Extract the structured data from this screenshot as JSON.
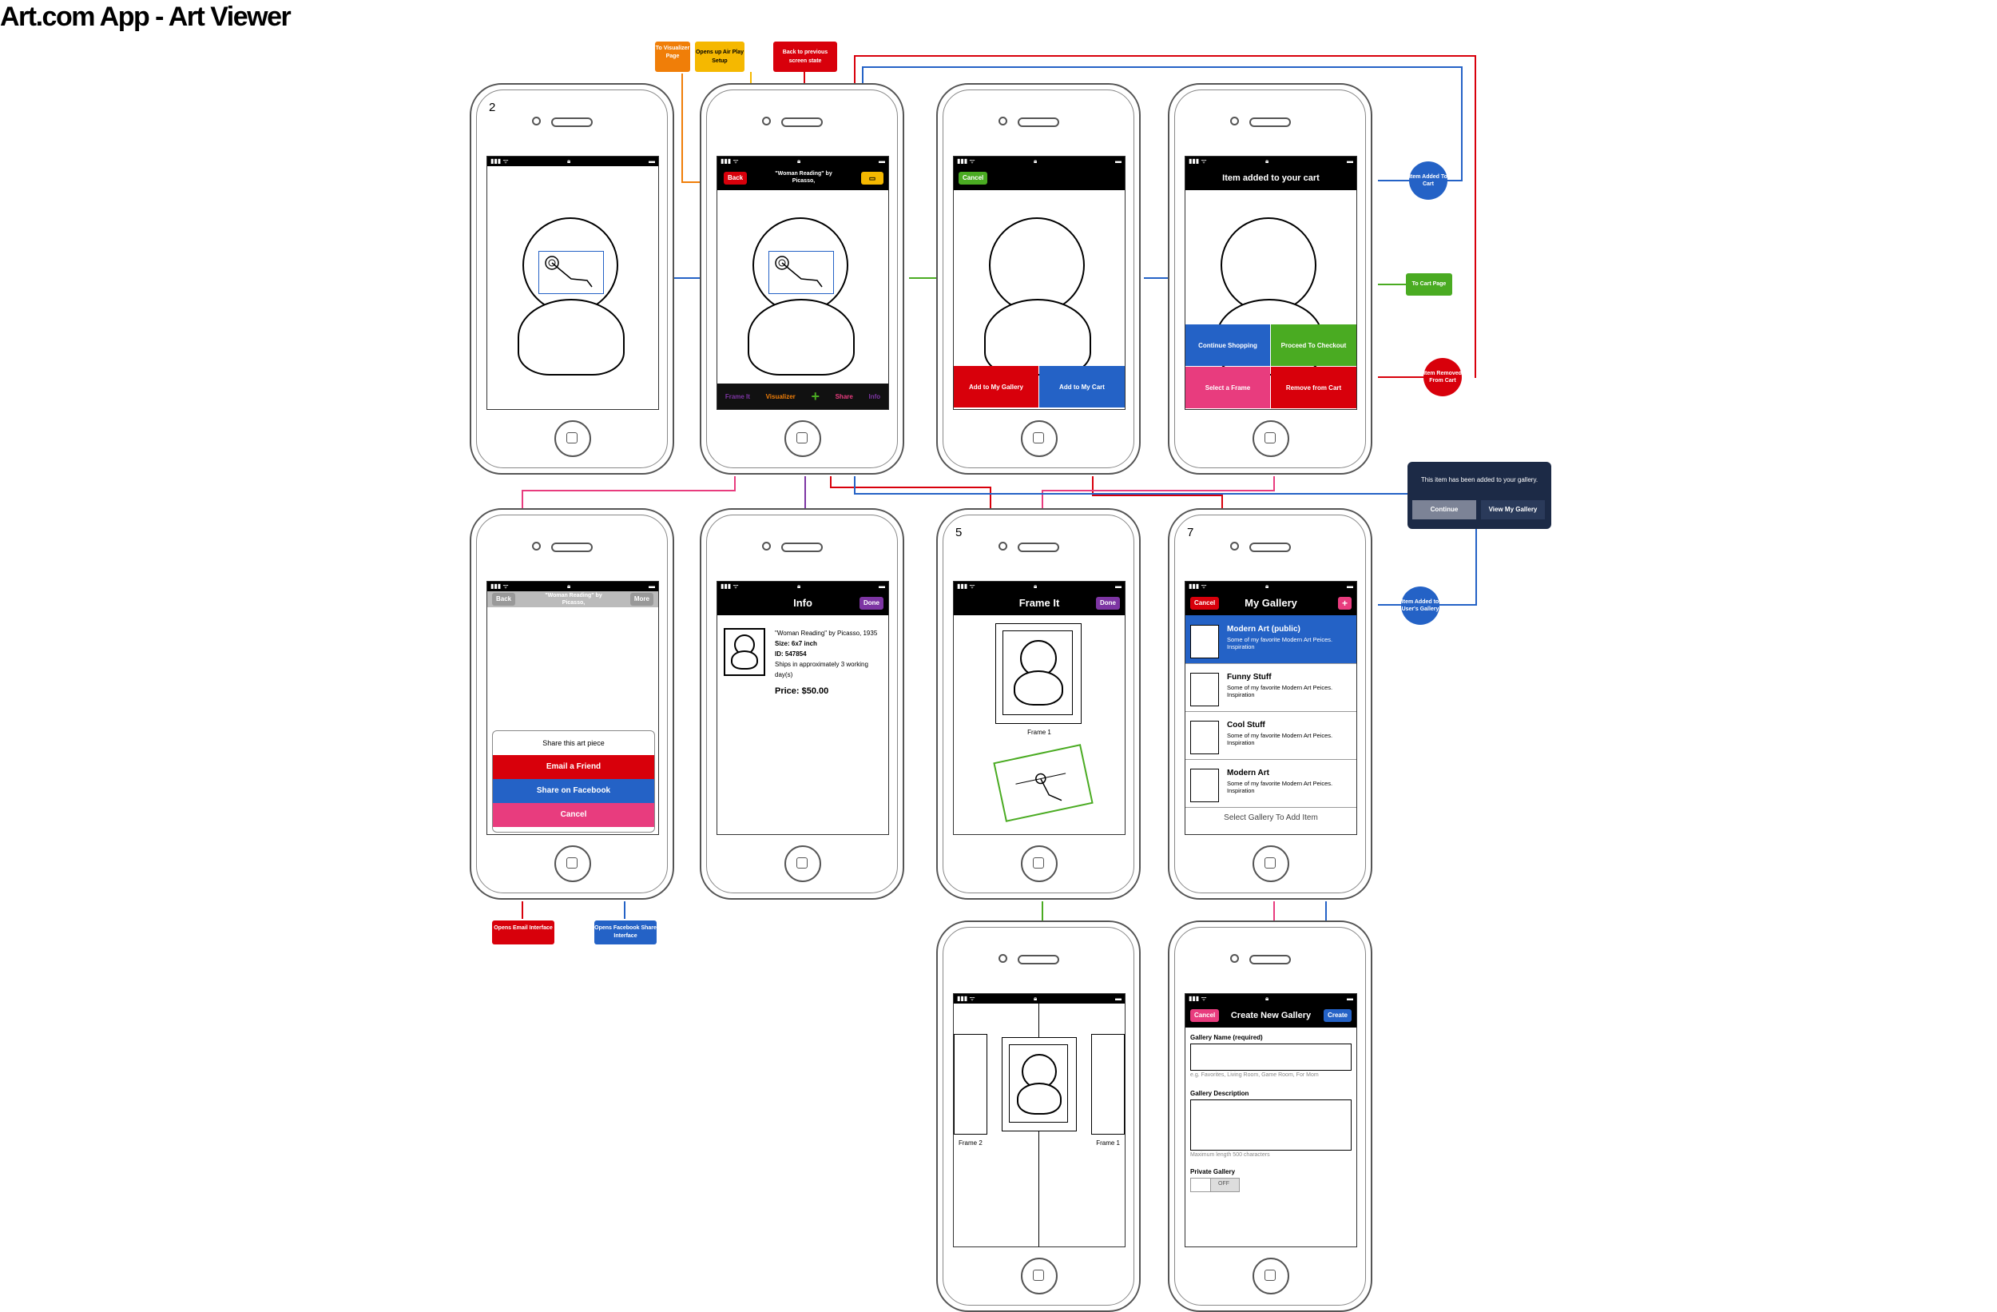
{
  "title": "Art.com App - Art Viewer",
  "colors": {
    "red": "#d8000b",
    "blue": "#2462c6",
    "green": "#4aab22",
    "orange": "#f07e08",
    "yellow": "#f5b800",
    "pink": "#e83c7e",
    "purple": "#7d35a3",
    "navy": "#1c2a46"
  },
  "annotations": {
    "to_visualizer": "To Visualizer Page",
    "airplay": "Opens up Air Play Setup",
    "back_prev": "Back to previous screen state",
    "item_added_cart": "Item Added To Cart",
    "to_cart_page": "To Cart Page",
    "item_removed": "Item Removed From Cart",
    "item_added_gallery": "Item Added to User's Gallery",
    "opens_email": "Opens Email Interface",
    "opens_facebook": "Opens Facebook Share Interface"
  },
  "gallery_alert": {
    "message": "This item has been added to your gallery.",
    "continue": "Continue",
    "view": "View My Gallery"
  },
  "screens": {
    "s1": {
      "num": "2"
    },
    "s2": {
      "back": "Back",
      "title": "\"Woman Reading\" by Picasso,",
      "bottom": [
        "Frame It",
        "Visualizer",
        "+",
        "Share",
        "Info"
      ]
    },
    "s3": {
      "cancel": "Cancel",
      "add_gallery": "Add to My Gallery",
      "add_cart": "Add to My Cart"
    },
    "s4": {
      "title": "Item added to your cart",
      "continue": "Continue Shopping",
      "checkout": "Proceed To Checkout",
      "frame": "Select a Frame",
      "remove": "Remove from Cart"
    },
    "s5": {
      "back": "Back",
      "title": "\"Woman Reading\" by Picasso,",
      "more": "More",
      "sheet_title": "Share this art piece",
      "email": "Email a Friend",
      "facebook": "Share on Facebook",
      "cancel": "Cancel"
    },
    "s6": {
      "title": "Info",
      "done": "Done",
      "line1": "\"Woman Reading\" by Picasso, 1935",
      "size": "Size: 6x7 inch",
      "id": "ID: 547854",
      "ships": "Ships in approximately 3 working day(s)",
      "price": "Price: $50.00"
    },
    "s7": {
      "num": "5",
      "title": "Frame It",
      "done": "Done",
      "frame_label": "Frame 1"
    },
    "s8": {
      "num": "7",
      "cancel": "Cancel",
      "title": "My Gallery",
      "plus": "+",
      "items": [
        {
          "name": "Modern Art (public)",
          "desc": "Some of my favorite Modern Art Peices. Inspiration"
        },
        {
          "name": "Funny Stuff",
          "desc": "Some of my favorite Modern Art Peices. Inspiration"
        },
        {
          "name": "Cool Stuff",
          "desc": "Some of my favorite Modern Art Peices. Inspiration"
        },
        {
          "name": "Modern Art",
          "desc": "Some of my favorite Modern Art Peices. Inspiration"
        }
      ],
      "footer": "Select Gallery To Add Item"
    },
    "s9": {
      "frame2": "Frame 2",
      "frame1": "Frame 1"
    },
    "s10": {
      "cancel": "Cancel",
      "title": "Create New Gallery",
      "create": "Create",
      "name_label": "Gallery Name (required)",
      "name_hint": "e.g. Favorites, Living Room, Game Room, For Mom",
      "desc_label": "Gallery Description",
      "desc_hint": "Maximum length 500 characters",
      "private_label": "Private Gallery",
      "toggle": "OFF"
    }
  }
}
